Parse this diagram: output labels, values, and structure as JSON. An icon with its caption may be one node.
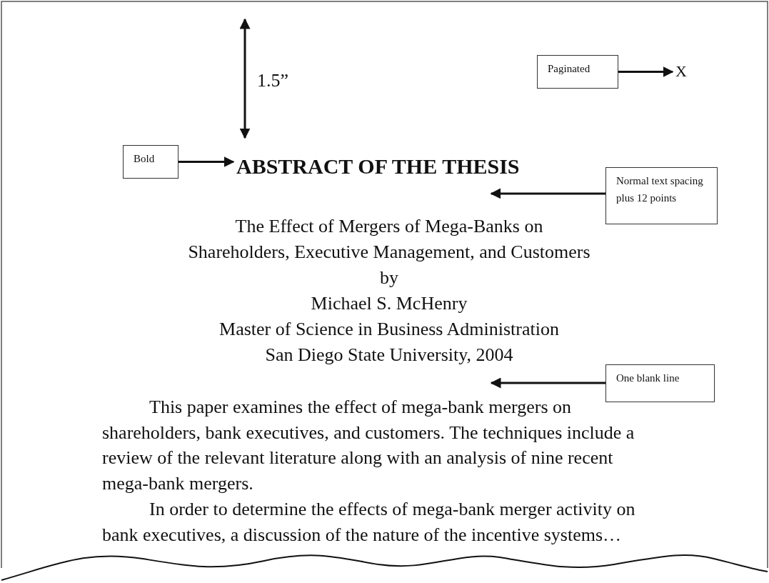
{
  "diagram": {
    "nodes": [
      {
        "text": [
          "Paginated"
        ]
      },
      {
        "text": [
          "X"
        ]
      },
      {
        "text": [
          "Bold"
        ]
      },
      {
        "text": [
          "ABSTRACT OF THE THESIS"
        ]
      },
      {
        "text": [
          "Normal text spacing plus 12 points"
        ]
      },
      {
        "text": [
          "One blank line"
        ]
      }
    ],
    "edges": [
      {
        "from": 0,
        "to": 1,
        "arrow": "to"
      },
      {
        "from": 2,
        "to": 3,
        "arrow": "to"
      },
      {
        "from": 4,
        "to": 3,
        "arrow": "to"
      },
      {
        "from": 5,
        "to": null,
        "arrow": "to"
      }
    ],
    "labels": [
      "1.5”",
      "The Effect of Mergers of Mega-Banks on",
      "Shareholders, Executive Management, and Customers",
      "by",
      "Michael S. McHenry",
      "Master of Science in Business Administration",
      "San Diego State University, 2004",
      "This paper examines the effect of mega-bank mergers on shareholders, bank executives, and customers. The techniques include a review of the relevant literature along with an analysis of nine recent mega-bank mergers.",
      "In order to determine the effects of mega-bank merger activity on bank executives, a discussion of the nature of the incentive systems…"
    ]
  }
}
